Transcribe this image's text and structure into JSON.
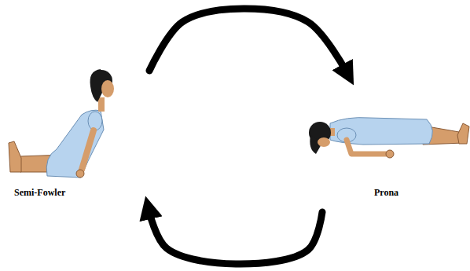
{
  "diagram": {
    "nodes": [
      {
        "text": [
          "Semi-Fowler"
        ]
      },
      {
        "text": [
          "Prona"
        ]
      }
    ],
    "edges": [
      {
        "from": 0,
        "to": 1,
        "arrow": "to"
      },
      {
        "from": 1,
        "to": 0,
        "arrow": "to"
      }
    ]
  }
}
